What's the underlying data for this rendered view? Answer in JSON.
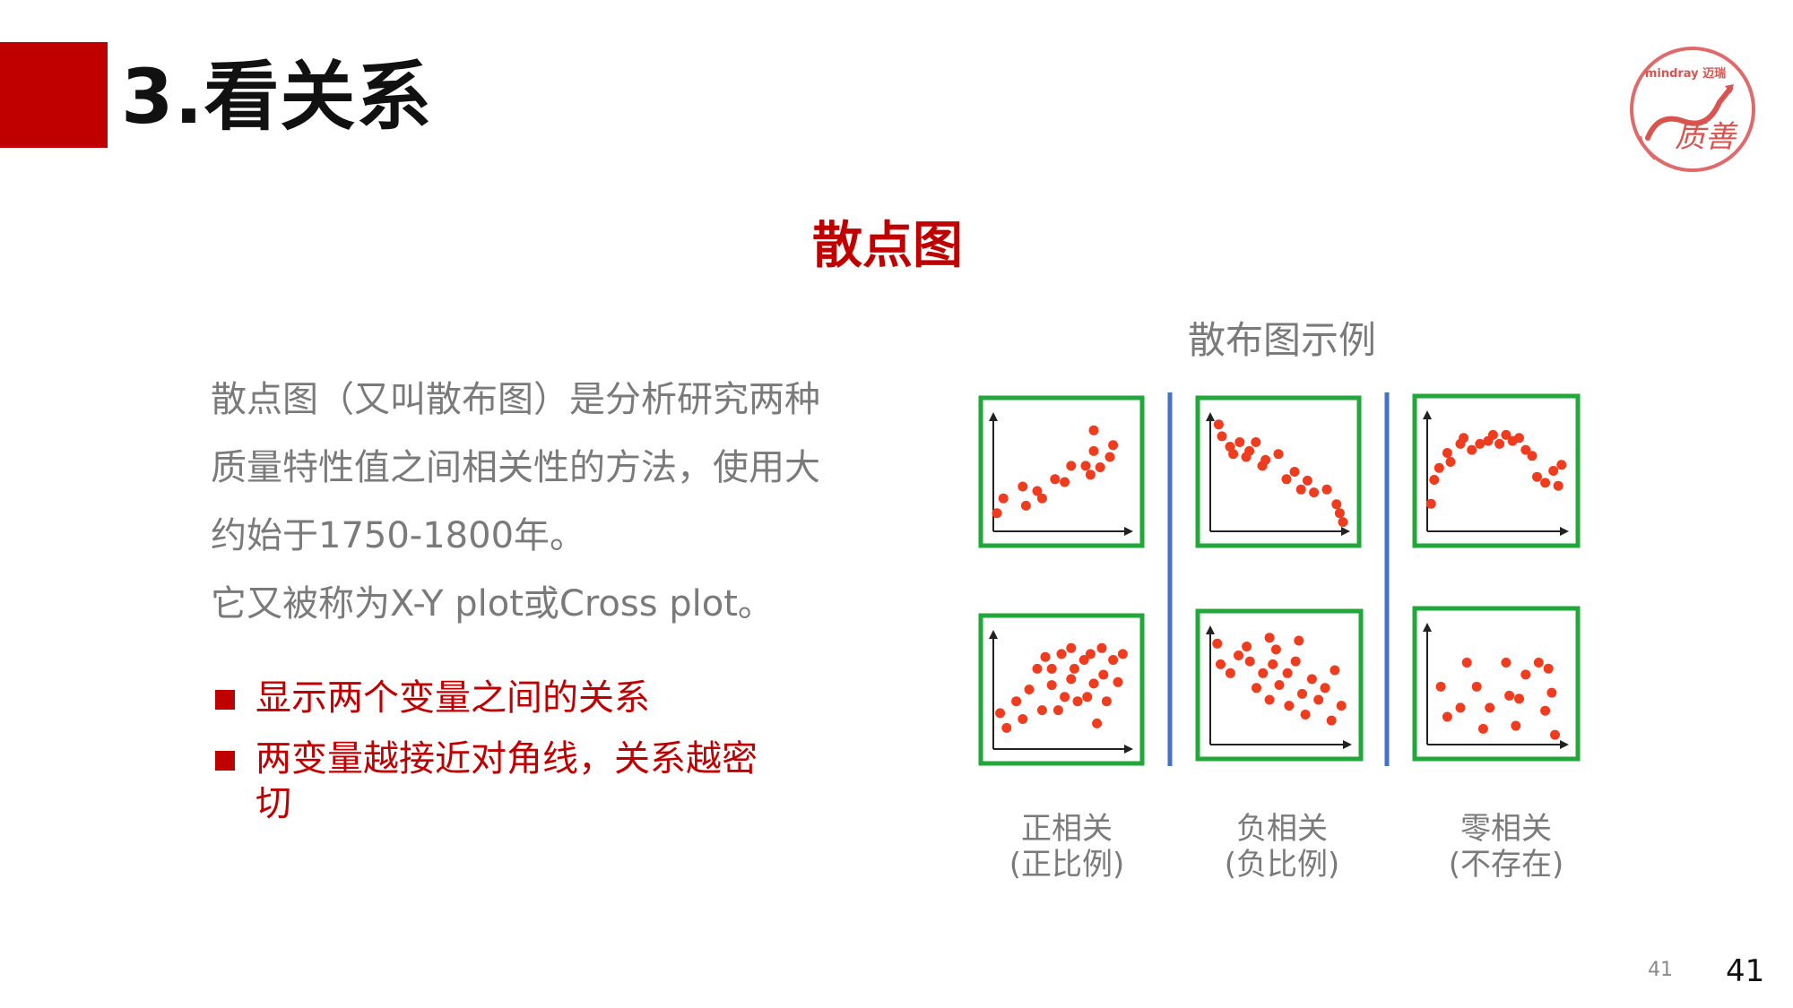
{
  "slide": {
    "title": "3.看关系",
    "subtitle": "散点图",
    "body_lines": [
      "散点图（又叫散布图）是分析研究两种",
      "质量特性值之间相关性的方法，使用大",
      "约始于1750-1800年。",
      "它又被称为X-Y plot或Cross plot。"
    ],
    "bullets": [
      "显示两个变量之间的关系",
      "两变量越接近对角线，关系越密切"
    ],
    "page_number_small": "41",
    "page_number": "41",
    "accent_color": "#c00000",
    "text_color": "#7a7a7a"
  },
  "logo": {
    "brand_text": "mindray 迈瑞",
    "script_text": "质善"
  },
  "figure": {
    "title": "散布图示例",
    "frame_color": "#21a73a",
    "divider_color": "#4472c4",
    "dot_color": "#f03c1e",
    "captions": [
      {
        "line1": "正相关",
        "line2": "(正比例)"
      },
      {
        "line1": "负相关",
        "line2": "(负比例)"
      },
      {
        "line1": "零相关",
        "line2": "(不存在)"
      }
    ]
  }
}
